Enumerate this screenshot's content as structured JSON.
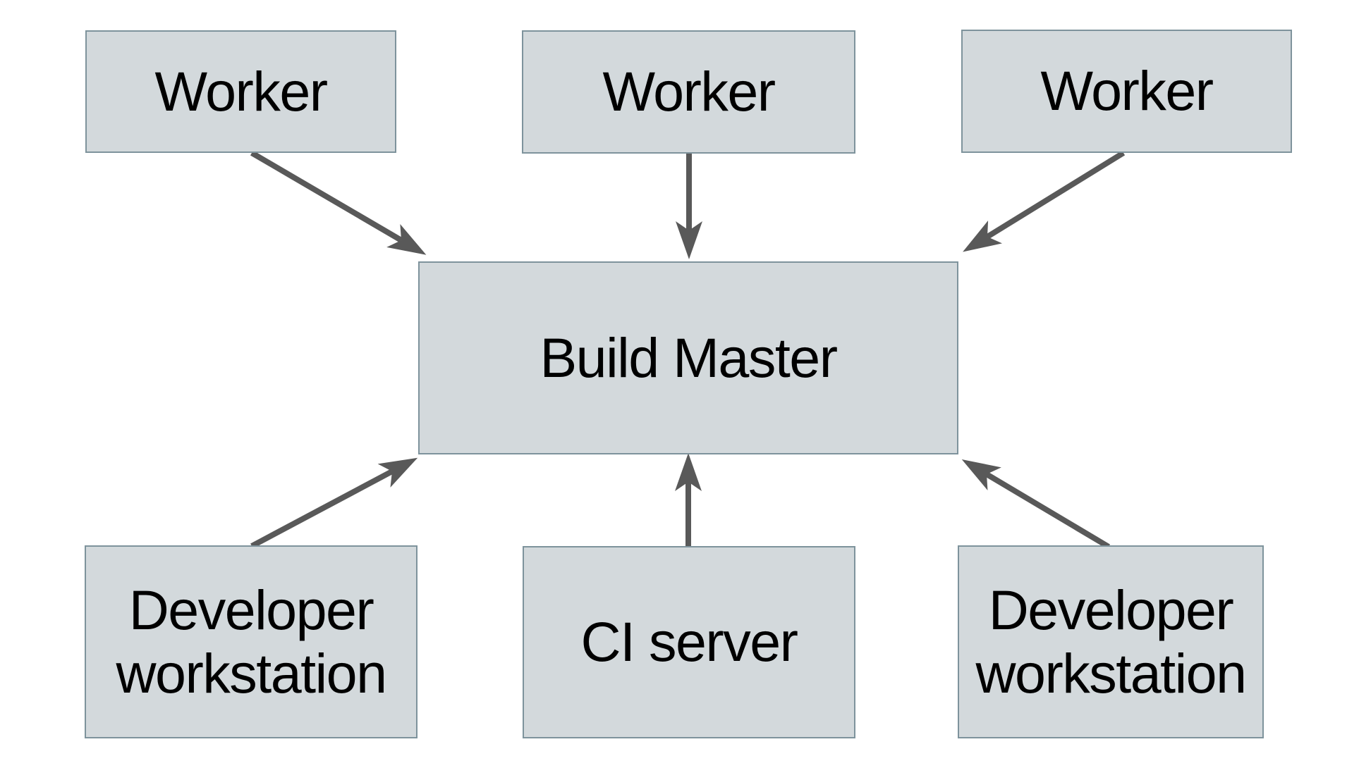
{
  "diagram": {
    "nodes": {
      "worker1": {
        "label": "Worker"
      },
      "worker2": {
        "label": "Worker"
      },
      "worker3": {
        "label": "Worker"
      },
      "build_master": {
        "label": "Build Master"
      },
      "dev_workstation_left": {
        "label": "Developer workstation"
      },
      "ci_server": {
        "label": "CI server"
      },
      "dev_workstation_right": {
        "label": "Developer workstation"
      }
    },
    "edges": [
      {
        "from": "worker1",
        "to": "build_master"
      },
      {
        "from": "worker2",
        "to": "build_master"
      },
      {
        "from": "worker3",
        "to": "build_master"
      },
      {
        "from": "dev_workstation_left",
        "to": "build_master"
      },
      {
        "from": "ci_server",
        "to": "build_master"
      },
      {
        "from": "dev_workstation_right",
        "to": "build_master"
      }
    ],
    "colors": {
      "background": "#ffffff",
      "node_fill": "#d3d9dc",
      "node_border": "#7e939c",
      "arrow": "#595959",
      "text": "#000000"
    }
  }
}
